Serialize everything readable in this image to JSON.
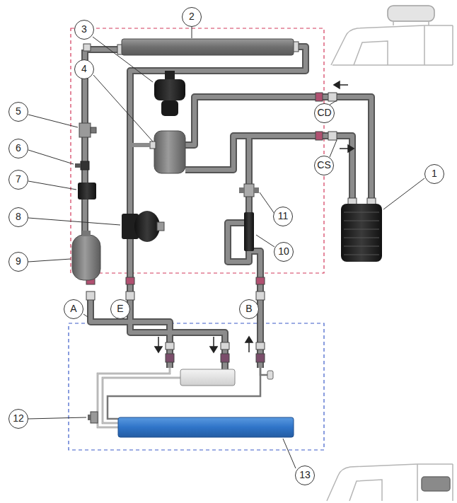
{
  "diagram": {
    "labels": [
      "2",
      "3",
      "4",
      "5",
      "CD",
      "6",
      "CS",
      "7",
      "1",
      "11",
      "8",
      "9",
      "10",
      "A",
      "E",
      "B",
      "12",
      "13"
    ]
  }
}
